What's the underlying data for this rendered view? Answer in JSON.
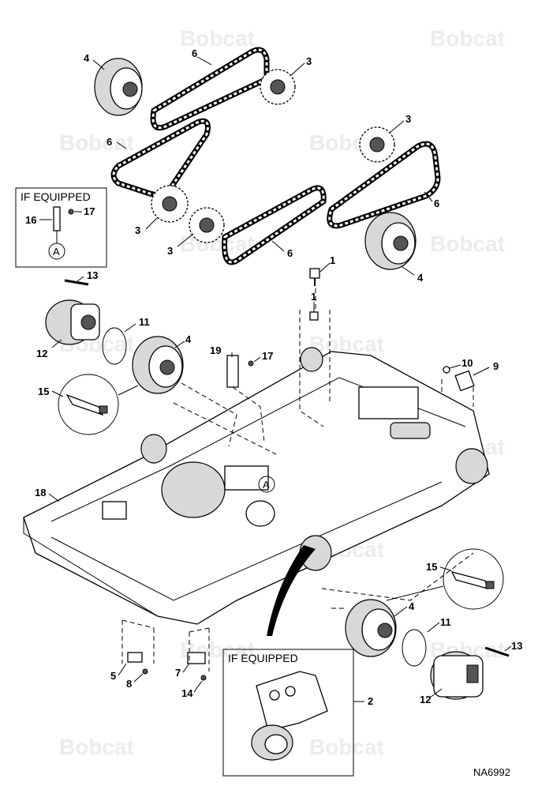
{
  "watermark": {
    "text": "Bobcat"
  },
  "figure_id": "NA6992",
  "inset_top_left": {
    "title": "IF EQUIPPED",
    "ref_letter": "A"
  },
  "inset_bottom": {
    "title": "IF EQUIPPED"
  },
  "frame_ref_letter": "A",
  "callouts": {
    "c4a": "4",
    "c6a": "6",
    "c3a": "3",
    "c6b": "6",
    "c3b": "3",
    "c3c": "3",
    "c3d": "3",
    "c6c": "6",
    "c6d": "6",
    "c4b": "4",
    "c16": "16",
    "c17a": "17",
    "c13a": "13",
    "c1a": "1",
    "c1b": "1",
    "c11a": "11",
    "c4c": "4",
    "c12a": "12",
    "c19": "19",
    "c17b": "17",
    "c10": "10",
    "c9": "9",
    "c15a": "15",
    "c18": "18",
    "c15b": "15",
    "c4d": "4",
    "c11b": "11",
    "c13b": "13",
    "c12b": "12",
    "c5": "5",
    "c8": "8",
    "c7": "7",
    "c14": "14",
    "c2": "2"
  }
}
